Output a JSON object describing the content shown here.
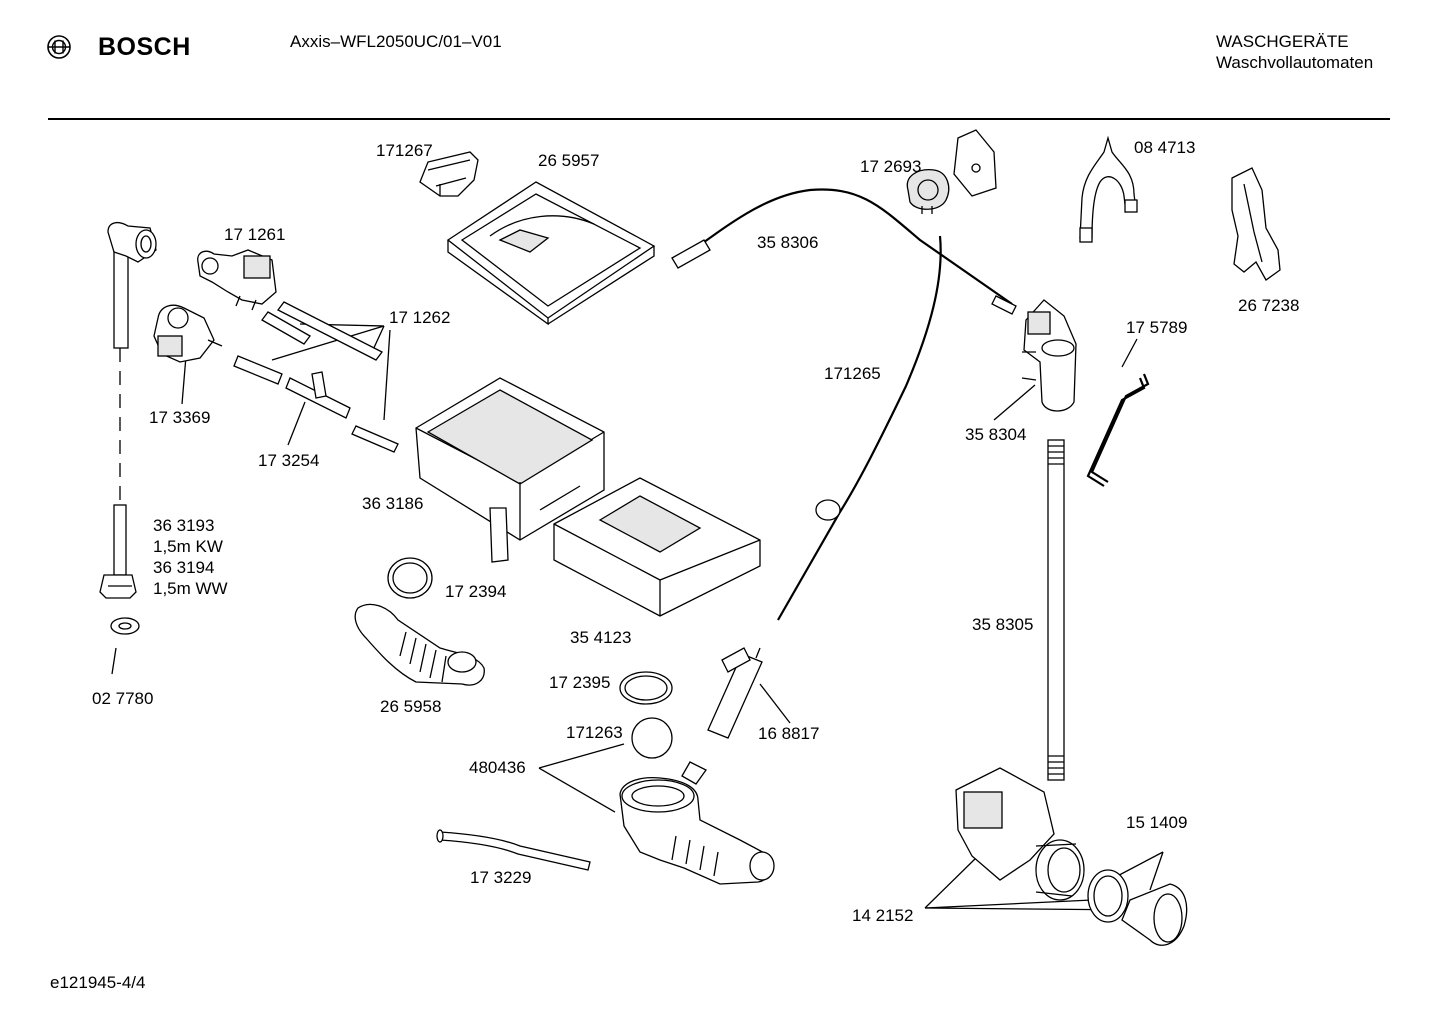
{
  "header": {
    "brand": "BOSCH",
    "model": "Axxis–WFL2050UC/01–V01",
    "category": "WASCHGERÄTE",
    "subcategory": "Waschvollautomaten"
  },
  "footer": {
    "code": "e121945-4/4"
  },
  "icons": {
    "logo": "bosch-armature-logo"
  },
  "parts": {
    "p171267": "171267",
    "p265957": "26 5957",
    "p172693": "17 2693",
    "p084713": "08 4713",
    "p171261": "17 1261",
    "p358306": "35 8306",
    "p171262": "17 1262",
    "p267238": "26 7238",
    "p173369": "17 3369",
    "p175789": "17 5789",
    "p171265": "171265",
    "p173254": "17 3254",
    "p358304": "35 8304",
    "p363186": "36 3186",
    "p363193": "36 3193",
    "kw": "1,5m KW",
    "p363194": "36 3194",
    "ww": "1,5m WW",
    "p172394": "17 2394",
    "p358305": "35 8305",
    "p354123": "35 4123",
    "p027780": "02 7780",
    "p172395": "17 2395",
    "p265958": "26 5958",
    "p171263": "171263",
    "p168817": "16 8817",
    "p480436": "480436",
    "p151409": "15 1409",
    "p173229": "17 3229",
    "p142152": "14 2152"
  }
}
